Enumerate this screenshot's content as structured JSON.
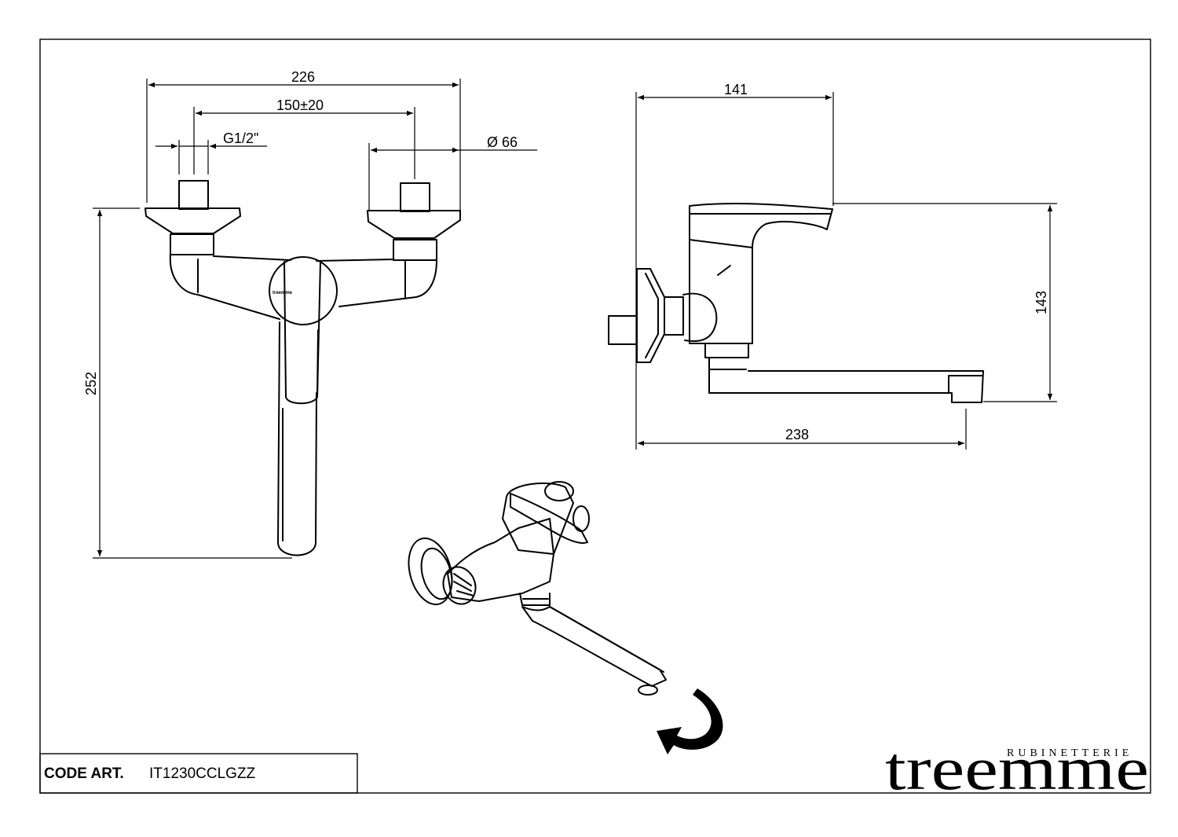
{
  "drawing": {
    "dimensions": {
      "overall_width": "226",
      "inlet_spacing": "150±20",
      "thread": "G1/2\"",
      "flange_diameter": "Ø 66",
      "overall_height": "252",
      "side_depth": "141",
      "side_height": "143",
      "spout_reach": "238"
    },
    "product_logo_text": "treemme",
    "title_block": {
      "code_label": "CODE ART.",
      "code_value": "IT1230CCLGZZ"
    },
    "brand": {
      "name": "treemme",
      "tagline": "RUBINETTERIE"
    }
  }
}
